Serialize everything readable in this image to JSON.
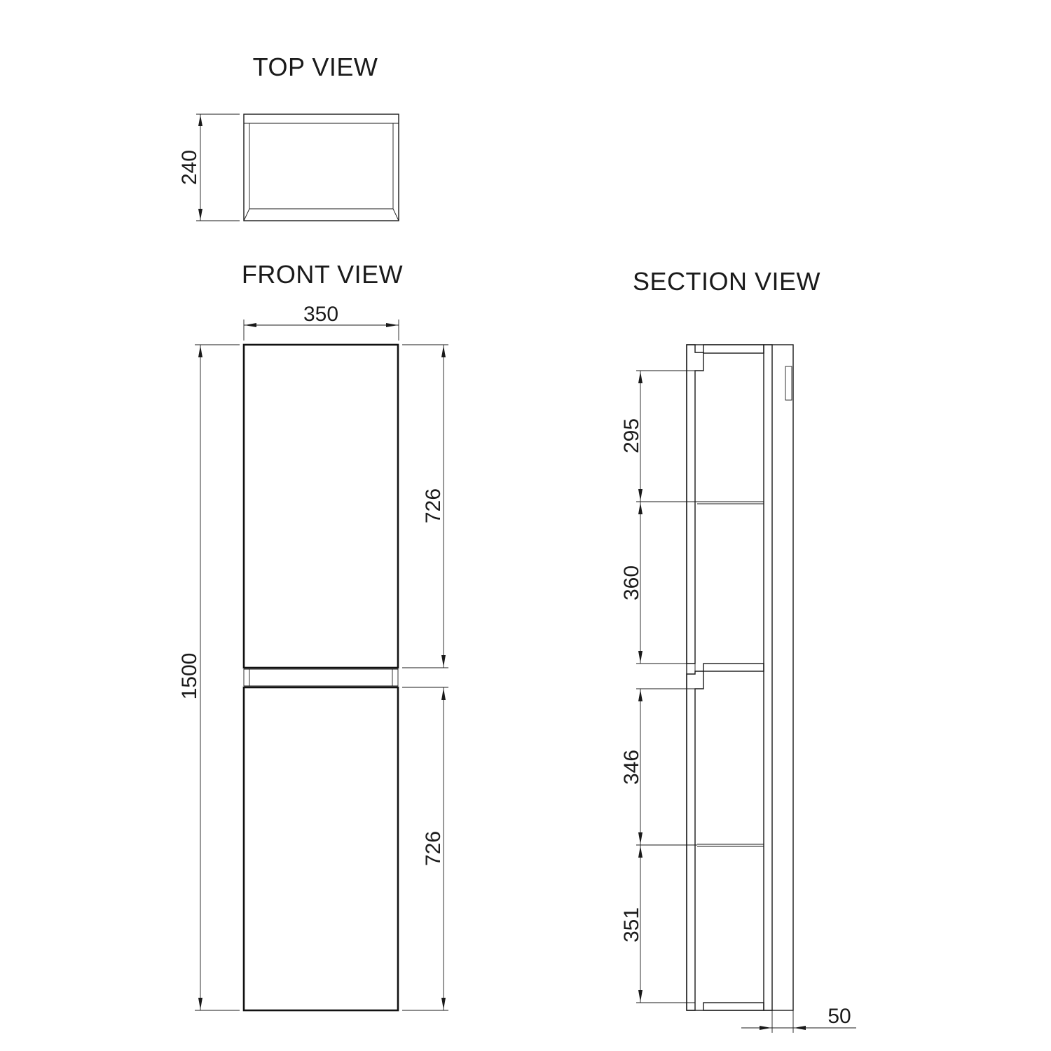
{
  "views": {
    "top": {
      "title": "TOP VIEW",
      "depth": "240"
    },
    "front": {
      "title": "FRONT VIEW",
      "width": "350",
      "height": "1500",
      "door_top": "726",
      "door_bottom": "726"
    },
    "section": {
      "title": "SECTION VIEW",
      "shelf_1": "295",
      "shelf_2": "360",
      "shelf_3": "346",
      "shelf_4": "351",
      "offset": "50"
    }
  },
  "colors": {
    "line": "#1a1a1a",
    "background": "#ffffff"
  }
}
